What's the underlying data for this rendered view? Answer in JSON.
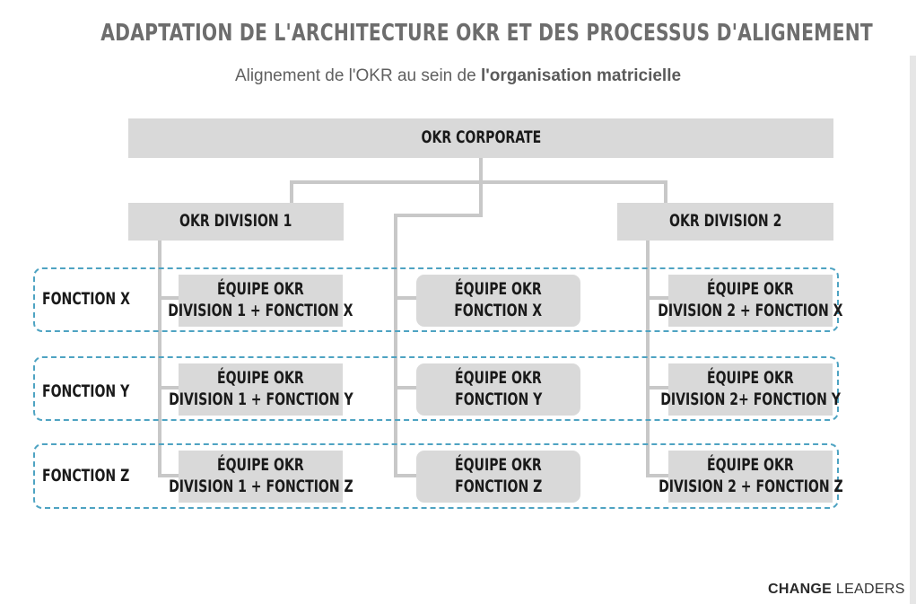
{
  "title": "ADAPTATION DE L'ARCHITECTURE OKR ET DES PROCESSUS D'ALIGNEMENT",
  "subtitle": {
    "prefix": "Alignement de l'OKR au sein de ",
    "emphasis": "l'organisation matricielle"
  },
  "corporate": "OKR CORPORATE",
  "divisions": {
    "d1": "OKR DIVISION 1",
    "d2": "OKR DIVISION 2"
  },
  "functions": {
    "x": "FONCTION X",
    "y": "FONCTION Y",
    "z": "FONCTION Z"
  },
  "teams": {
    "left": [
      [
        "ÉQUIPE OKR",
        "DIVISION 1 + FONCTION X"
      ],
      [
        "ÉQUIPE OKR",
        "DIVISION 1 + FONCTION Y"
      ],
      [
        "ÉQUIPE OKR",
        "DIVISION 1 + FONCTION Z"
      ]
    ],
    "center": [
      [
        "ÉQUIPE OKR",
        "FONCTION X"
      ],
      [
        "ÉQUIPE OKR",
        "FONCTION Y"
      ],
      [
        "ÉQUIPE OKR",
        "FONCTION Z"
      ]
    ],
    "right": [
      [
        "ÉQUIPE OKR",
        "DIVISION 2 + FONCTION X"
      ],
      [
        "ÉQUIPE OKR",
        "DIVISION 2+ FONCTION Y"
      ],
      [
        "ÉQUIPE OKR",
        "DIVISION 2 + FONCTION Z"
      ]
    ]
  },
  "logo": {
    "part1": "CHAN",
    "part2": "GE",
    "part3": " LEADERS"
  },
  "colors": {
    "box": "#d9d9d9",
    "connector": "#c8c8c8",
    "band_border": "#4ea3c2",
    "title": "#6d6d6d"
  }
}
